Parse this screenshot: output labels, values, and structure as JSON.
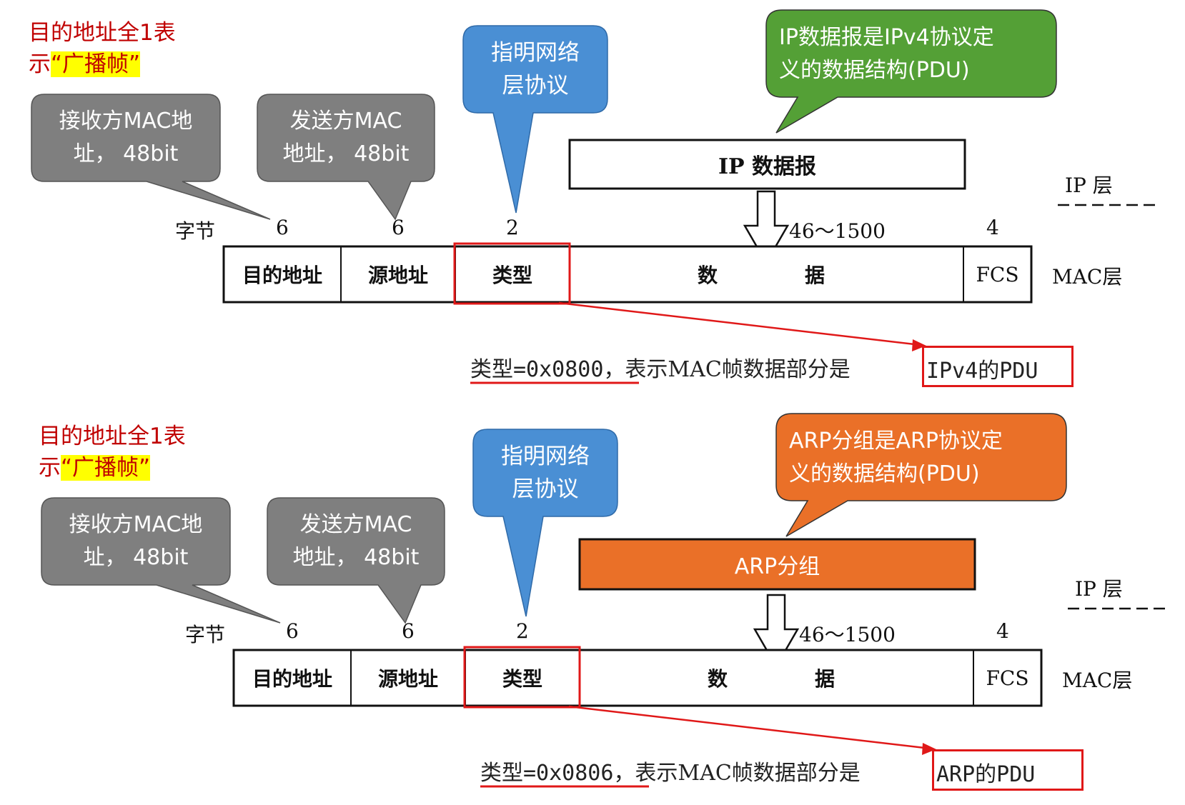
{
  "panels": [
    {
      "id": "ip",
      "broadcast_note": {
        "line1": "目的地址全1表",
        "line2_prefix": "示",
        "line2_highlight": "“广播帧”"
      },
      "dst_bubble": {
        "line1": "接收方MAC地",
        "line2": "址， 48bit"
      },
      "src_bubble": {
        "line1": "发送方MAC",
        "line2": "地址， 48bit"
      },
      "type_bubble": {
        "line1": "指明网络",
        "line2": "层协议"
      },
      "pdu_bubble": {
        "line1": "IP数据报是IPv4协议定",
        "line2": "义的数据结构(PDU)",
        "color": "#54a036"
      },
      "payload_box": {
        "label": "IP 数据报",
        "fill": "#ffffff",
        "text_color": "#111111"
      },
      "ip_layer": "IP 层",
      "mac_layer": "MAC层",
      "bytes_label": "字节",
      "sizes": [
        "6",
        "6",
        "2",
        "46～1500",
        "4"
      ],
      "fields": [
        "目的地址",
        "源地址",
        "类型",
        "数",
        "据",
        "FCS"
      ],
      "caption": {
        "prefix": "类型",
        "code": "=0x0800",
        "mid": "，表示MAC帧数据部分是",
        "pdu": "IPv4的PDU"
      }
    },
    {
      "id": "arp",
      "broadcast_note": {
        "line1": "目的地址全1表",
        "line2_prefix": "示",
        "line2_highlight": "“广播帧”"
      },
      "dst_bubble": {
        "line1": "接收方MAC地",
        "line2": "址， 48bit"
      },
      "src_bubble": {
        "line1": "发送方MAC",
        "line2": "地址， 48bit"
      },
      "type_bubble": {
        "line1": "指明网络",
        "line2": "层协议"
      },
      "pdu_bubble": {
        "line1": "ARP分组是ARP协议定",
        "line2": "义的数据结构(PDU)",
        "color": "#ea7028"
      },
      "payload_box": {
        "label": "ARP分组",
        "fill": "#ea7028",
        "text_color": "#ffffff"
      },
      "ip_layer": "IP 层",
      "mac_layer": "MAC层",
      "bytes_label": "字节",
      "sizes": [
        "6",
        "6",
        "2",
        "46～1500",
        "4"
      ],
      "fields": [
        "目的地址",
        "源地址",
        "类型",
        "数",
        "据",
        "FCS"
      ],
      "caption": {
        "prefix": "类型",
        "code": "=0x0806",
        "mid": "，表示MAC帧数据部分是",
        "pdu": "ARP的PDU"
      }
    }
  ],
  "colors": {
    "gray_bubble": "#7f7f7f",
    "blue_bubble": "#4a8fd4",
    "highlight_red": "#e01818",
    "note_red": "#c00000"
  }
}
